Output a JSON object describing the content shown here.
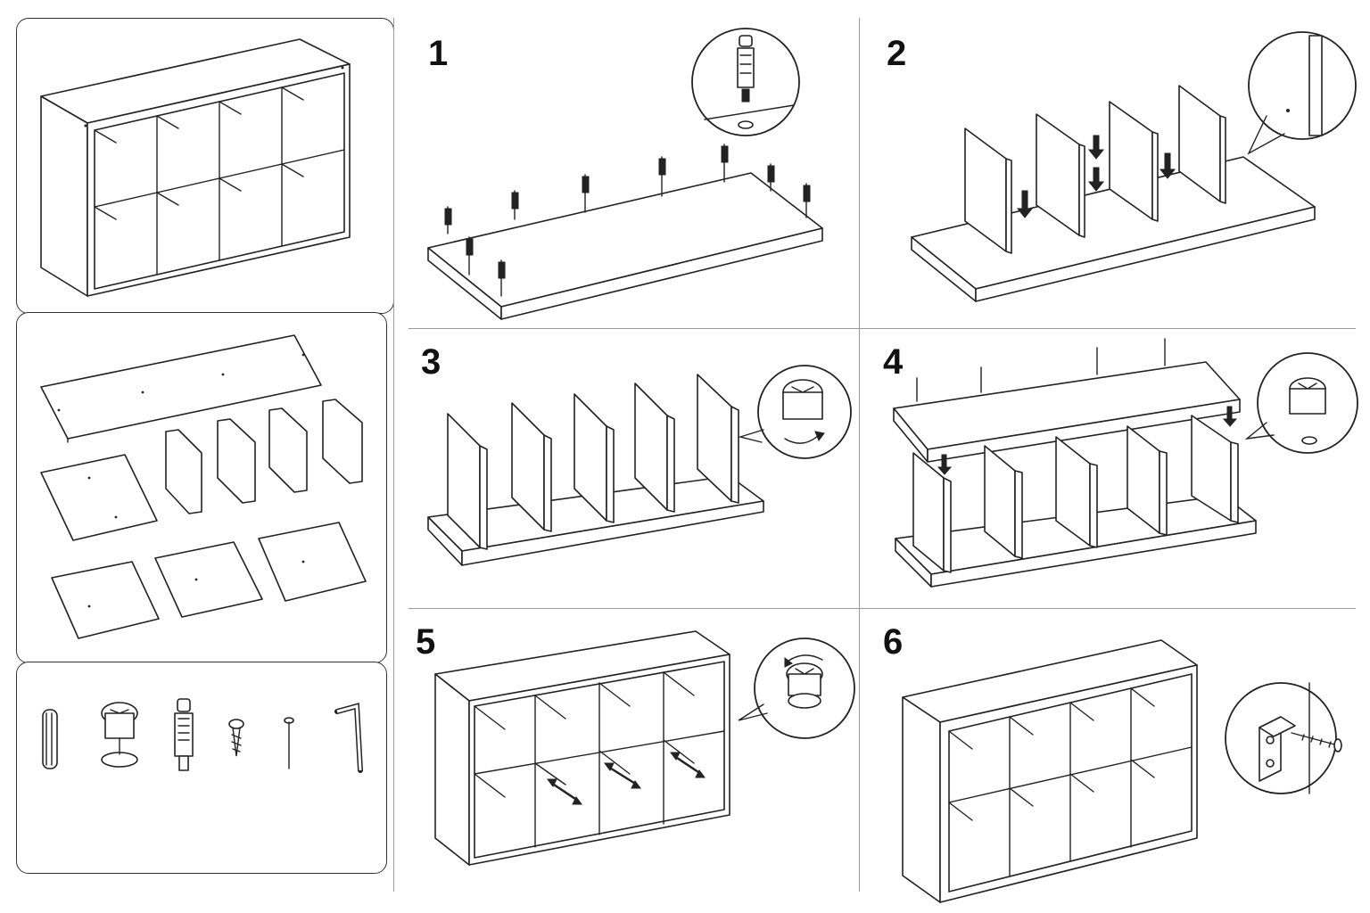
{
  "steps": [
    {
      "number": "1",
      "action": "insert-cam-bolts"
    },
    {
      "number": "2",
      "action": "place-dividers"
    },
    {
      "number": "3",
      "action": "tighten-cam-locks"
    },
    {
      "number": "4",
      "action": "attach-top-panel"
    },
    {
      "number": "5",
      "action": "insert-shelves"
    },
    {
      "number": "6",
      "action": "wall-mount-bracket"
    }
  ],
  "sidebar": {
    "overview": "assembled-cube-shelf",
    "parts": "panel-set",
    "hardware": [
      "wood-dowel",
      "cam-lock",
      "cam-bolt",
      "screw",
      "nail",
      "allen-key"
    ]
  },
  "colors": {
    "line": "#222222",
    "divider": "#9a9a9a",
    "background": "#ffffff"
  }
}
